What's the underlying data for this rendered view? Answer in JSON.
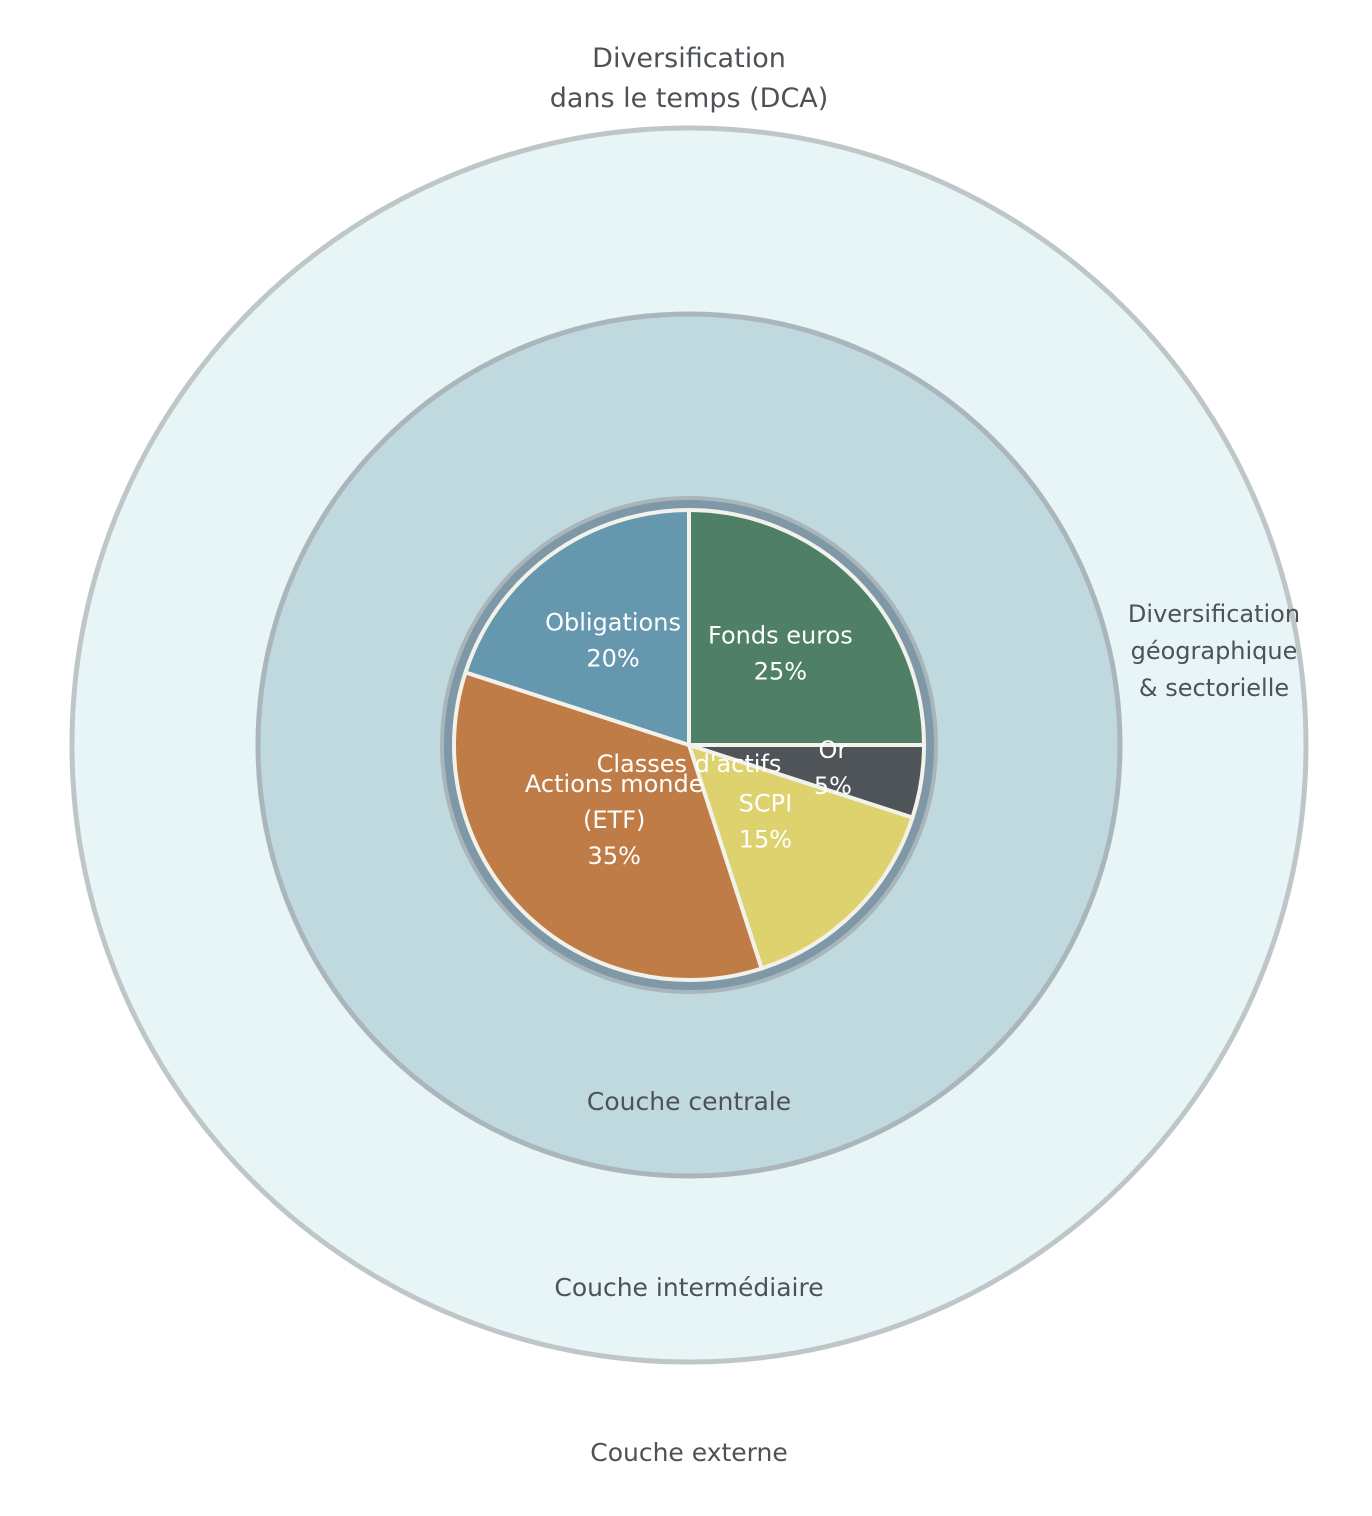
{
  "title_top": {
    "line1": "Diversification",
    "line2": "dans le temps (DCA)"
  },
  "side_label": {
    "line1": "Diversification",
    "line2": "géographique",
    "line3": "& sectorielle"
  },
  "layers": {
    "outer": "Couche externe",
    "middle": "Couche intermédiaire",
    "core": "Couche centrale",
    "center": "Classes d'actifs"
  },
  "colors": {
    "outer_fill": "#e7f5f6",
    "middle_fill": "#c0d9df",
    "ring_stroke": "#b9c0c3",
    "pie_border": "#8aa2b0"
  },
  "chart_data": {
    "type": "pie",
    "slices": [
      {
        "label": "Fonds euros",
        "value": 25,
        "value_label": "25%",
        "color": "#4f7f66"
      },
      {
        "label": "Or",
        "value": 5,
        "value_label": "5%",
        "color": "#4f5459"
      },
      {
        "label": "SCPI",
        "value": 15,
        "value_label": "15%",
        "color": "#ded26e"
      },
      {
        "label": "Actions monde (ETF)",
        "label_lines": [
          "Actions monde",
          "(ETF)"
        ],
        "value": 35,
        "value_label": "35%",
        "color": "#bf7c46"
      },
      {
        "label": "Obligations",
        "value": 20,
        "value_label": "20%",
        "color": "#6598ae"
      }
    ]
  }
}
